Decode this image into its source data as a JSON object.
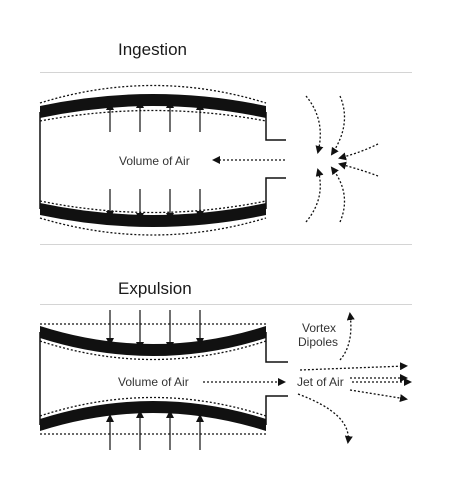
{
  "ingestion": {
    "title": "Ingestion",
    "volume_label": "Volume of Air"
  },
  "expulsion": {
    "title": "Expulsion",
    "volume_label": "Volume of Air",
    "jet_label": "Jet of Air",
    "vortex_label_line1": "Vortex",
    "vortex_label_line2": "Dipoles"
  },
  "colors": {
    "ink": "#111111",
    "divider": "#d4d4d4"
  }
}
